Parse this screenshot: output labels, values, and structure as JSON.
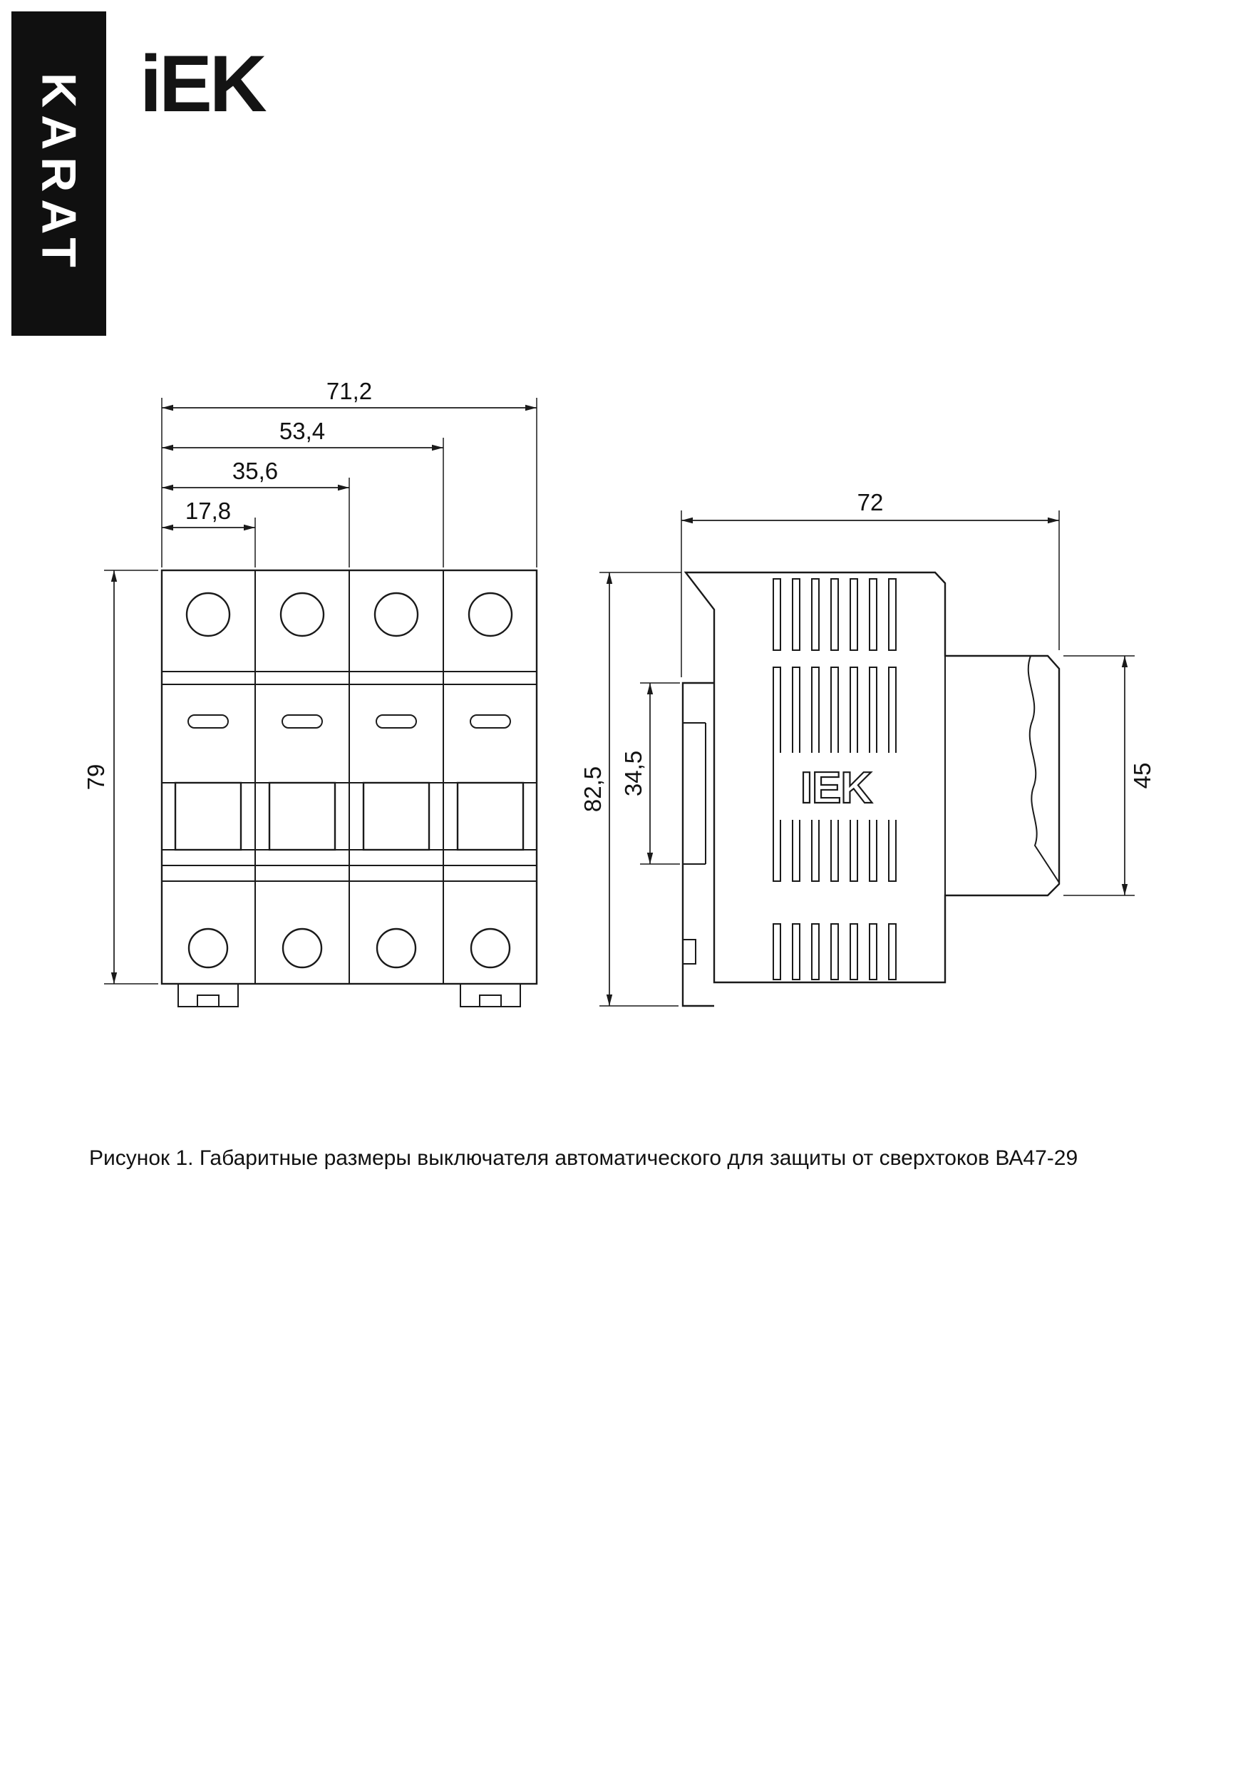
{
  "brand": {
    "series_vertical": "KARAT",
    "logo_text": "iEK",
    "side_logo_text": "IEK"
  },
  "figure": {
    "caption": "Рисунок 1. Габаритные размеры выключателя автоматического для защиты от сверхтоков ВА47-29"
  },
  "front_view": {
    "dims": {
      "total_width": "71,2",
      "three_modules": "53,4",
      "two_modules": "35,6",
      "one_module": "17,8",
      "height": "79"
    }
  },
  "side_view": {
    "dims": {
      "depth": "72",
      "total_height": "82,5",
      "din_rail_span": "34,5",
      "front_part_height": "45"
    }
  },
  "colors": {
    "ink": "#1a1a1a",
    "brand_block": "#101010",
    "background": "#ffffff"
  }
}
